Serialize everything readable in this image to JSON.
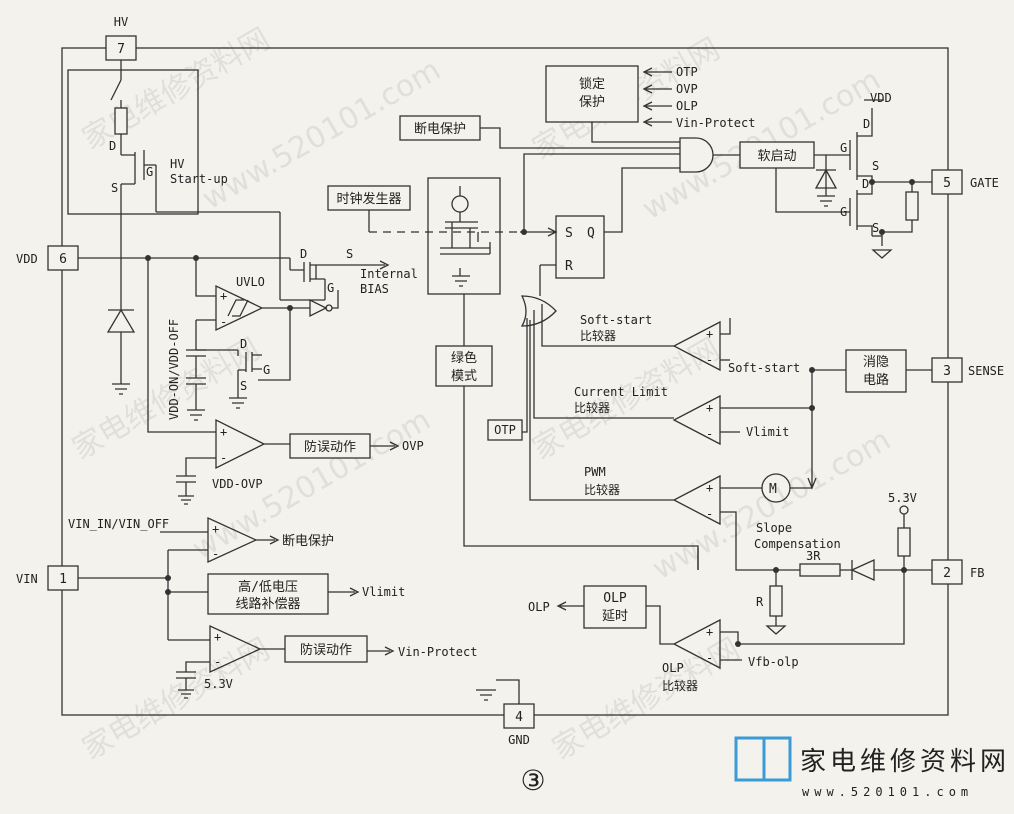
{
  "pins": {
    "hv": {
      "num": "7",
      "name": "HV"
    },
    "vdd": {
      "num": "6",
      "name": "VDD"
    },
    "vin": {
      "num": "1",
      "name": "VIN"
    },
    "gnd": {
      "num": "4",
      "name": "GND"
    },
    "gate": {
      "num": "5",
      "name": "GATE"
    },
    "sense": {
      "num": "3",
      "name": "SENSE"
    },
    "fb": {
      "num": "2",
      "name": "FB"
    }
  },
  "blocks": {
    "lock_line1": "锁定",
    "lock_line2": "保护",
    "power_off": "断电保护",
    "clock": "时钟发生器",
    "soft_start_block": "软启动",
    "green_line1": "绿色",
    "green_line2": "模式",
    "blanking_line1": "消隐",
    "blanking_line2": "电路",
    "compensator_line1": "高/低电压",
    "compensator_line2": "线路补偿器",
    "anti_false1": "防误动作",
    "anti_false2": "防误动作",
    "olp_delay_line1": "OLP",
    "olp_delay_line2": "延时",
    "otp_box": "OTP",
    "sr_s": "S",
    "sr_q": "Q",
    "sr_r": "R"
  },
  "labels": {
    "hv_startup_line1": "HV",
    "hv_startup_line2": "Start-up",
    "internal_bias_line1": "Internal",
    "internal_bias_line2": "BIAS",
    "uvlo": "UVLO",
    "vdd_on_off": "VDD-ON/VDD-OFF",
    "vdd_ovp": "VDD-OVP",
    "ovp_out": "OVP",
    "vin_in_off": "VIN_IN/VIN_OFF",
    "power_off_out": "断电保护",
    "vlimit_out": "Vlimit",
    "vin_protect_out": "Vin-Protect",
    "v53_left": "5.3V",
    "otp_in": "OTP",
    "ovp_in": "OVP",
    "olp_in": "OLP",
    "vin_protect_in": "Vin-Protect",
    "vdd_top": "VDD",
    "soft_start_cmp_line1": "Soft-start",
    "soft_start_cmp_line2": "比较器",
    "soft_start_ref": "Soft-start",
    "current_limit_line1": "Current Limit",
    "current_limit_line2": "比较器",
    "vlimit_ref": "Vlimit",
    "pwm_line1": "PWM",
    "pwm_line2": "比较器",
    "slope_line1": "Slope",
    "slope_line2": "Compensation",
    "r3": "3R",
    "r1": "R",
    "v53_right": "5.3V",
    "olp_out": "OLP",
    "olp_cmp_line1": "OLP",
    "olp_cmp_line2": "比较器",
    "vfb_olp": "Vfb-olp",
    "figure_number": "③",
    "d": "D",
    "s": "S",
    "g": "G",
    "plus": "+",
    "minus": "-"
  },
  "watermark": {
    "site": "www.520101.com",
    "cn": "家电维修资料网",
    "logo_cn": "家电维修资料网",
    "logo_url": "www.520101.com"
  }
}
